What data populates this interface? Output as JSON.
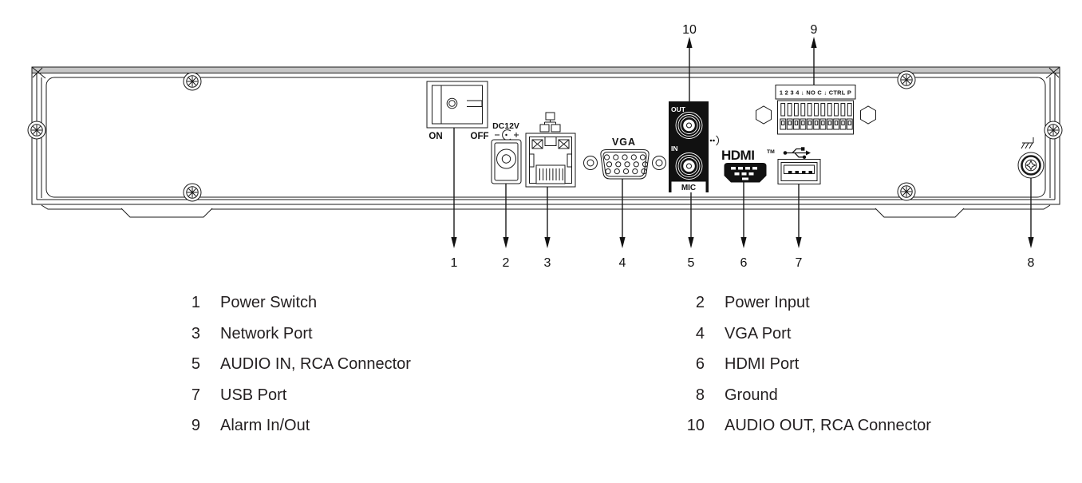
{
  "colors": {
    "line": "#1a1a1a",
    "text": "#231f20",
    "panel_gray": "#c6c6c6",
    "port_black": "#111111"
  },
  "panel": {
    "power_on": "ON",
    "power_off": "OFF",
    "dc_label": "DC12V",
    "vga_label": "VGA",
    "audio_out": "OUT",
    "audio_in": "IN",
    "mic": "MIC",
    "hdmi": "HDMI",
    "hdmi_tm": "TM",
    "alarm_strip": "1 2 3 4 ↓ NO C ↓ CTRL P"
  },
  "callouts": {
    "c1": "1",
    "c2": "2",
    "c3": "3",
    "c4": "4",
    "c5": "5",
    "c6": "6",
    "c7": "7",
    "c8": "8",
    "c9": "9",
    "c10": "10"
  },
  "legend": {
    "left": [
      {
        "num": "1",
        "label": "Power Switch"
      },
      {
        "num": "3",
        "label": "Network Port"
      },
      {
        "num": "5",
        "label": "AUDIO IN, RCA Connector"
      },
      {
        "num": "7",
        "label": "USB Port"
      },
      {
        "num": "9",
        "label": "Alarm In/Out"
      }
    ],
    "right": [
      {
        "num": "2",
        "label": "Power Input"
      },
      {
        "num": "4",
        "label": "VGA Port"
      },
      {
        "num": "6",
        "label": "HDMI Port"
      },
      {
        "num": "8",
        "label": "Ground"
      },
      {
        "num": "10",
        "label": "AUDIO OUT, RCA Connector"
      }
    ]
  }
}
